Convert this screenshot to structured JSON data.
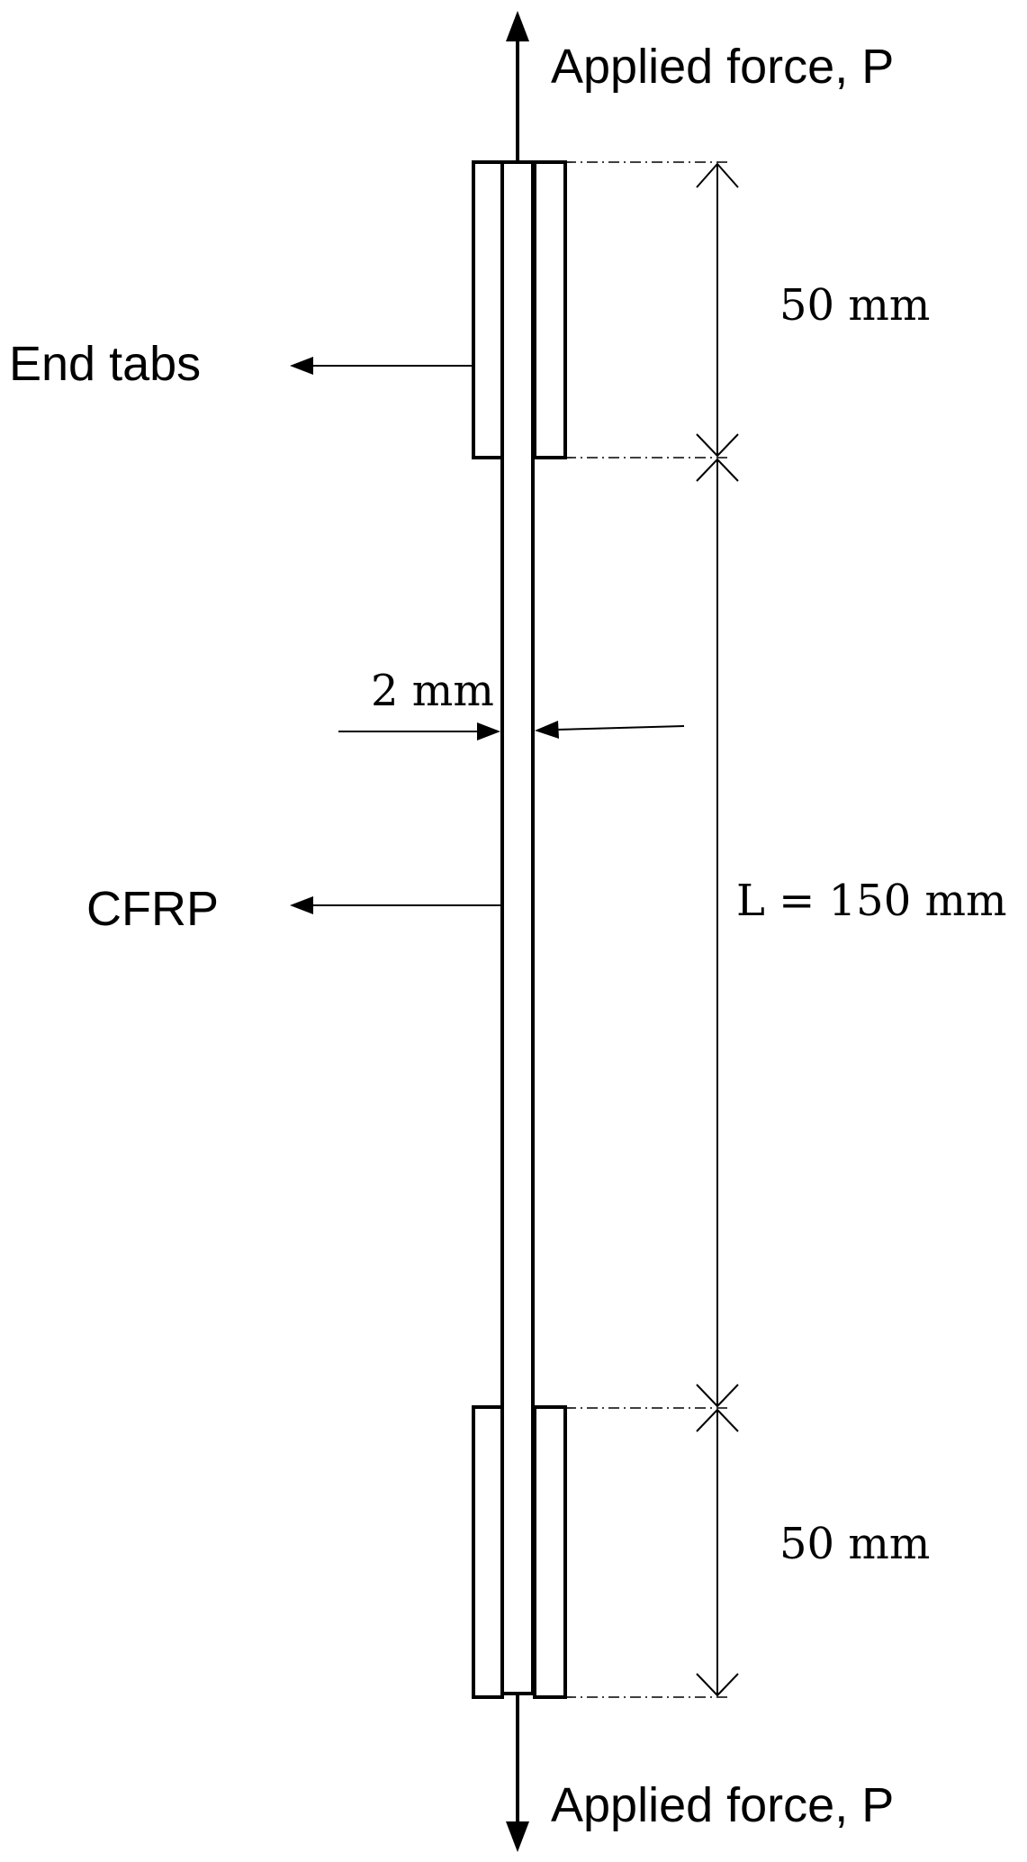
{
  "labels": {
    "force_top": "Applied force, P",
    "force_bottom": "Applied force, P",
    "end_tabs": "End tabs",
    "cfrp": "CFRP",
    "thickness": "2 mm",
    "top_tab_length": "50 mm",
    "gauge_length": "L = 150 mm",
    "bottom_tab_length": "50 mm"
  }
}
